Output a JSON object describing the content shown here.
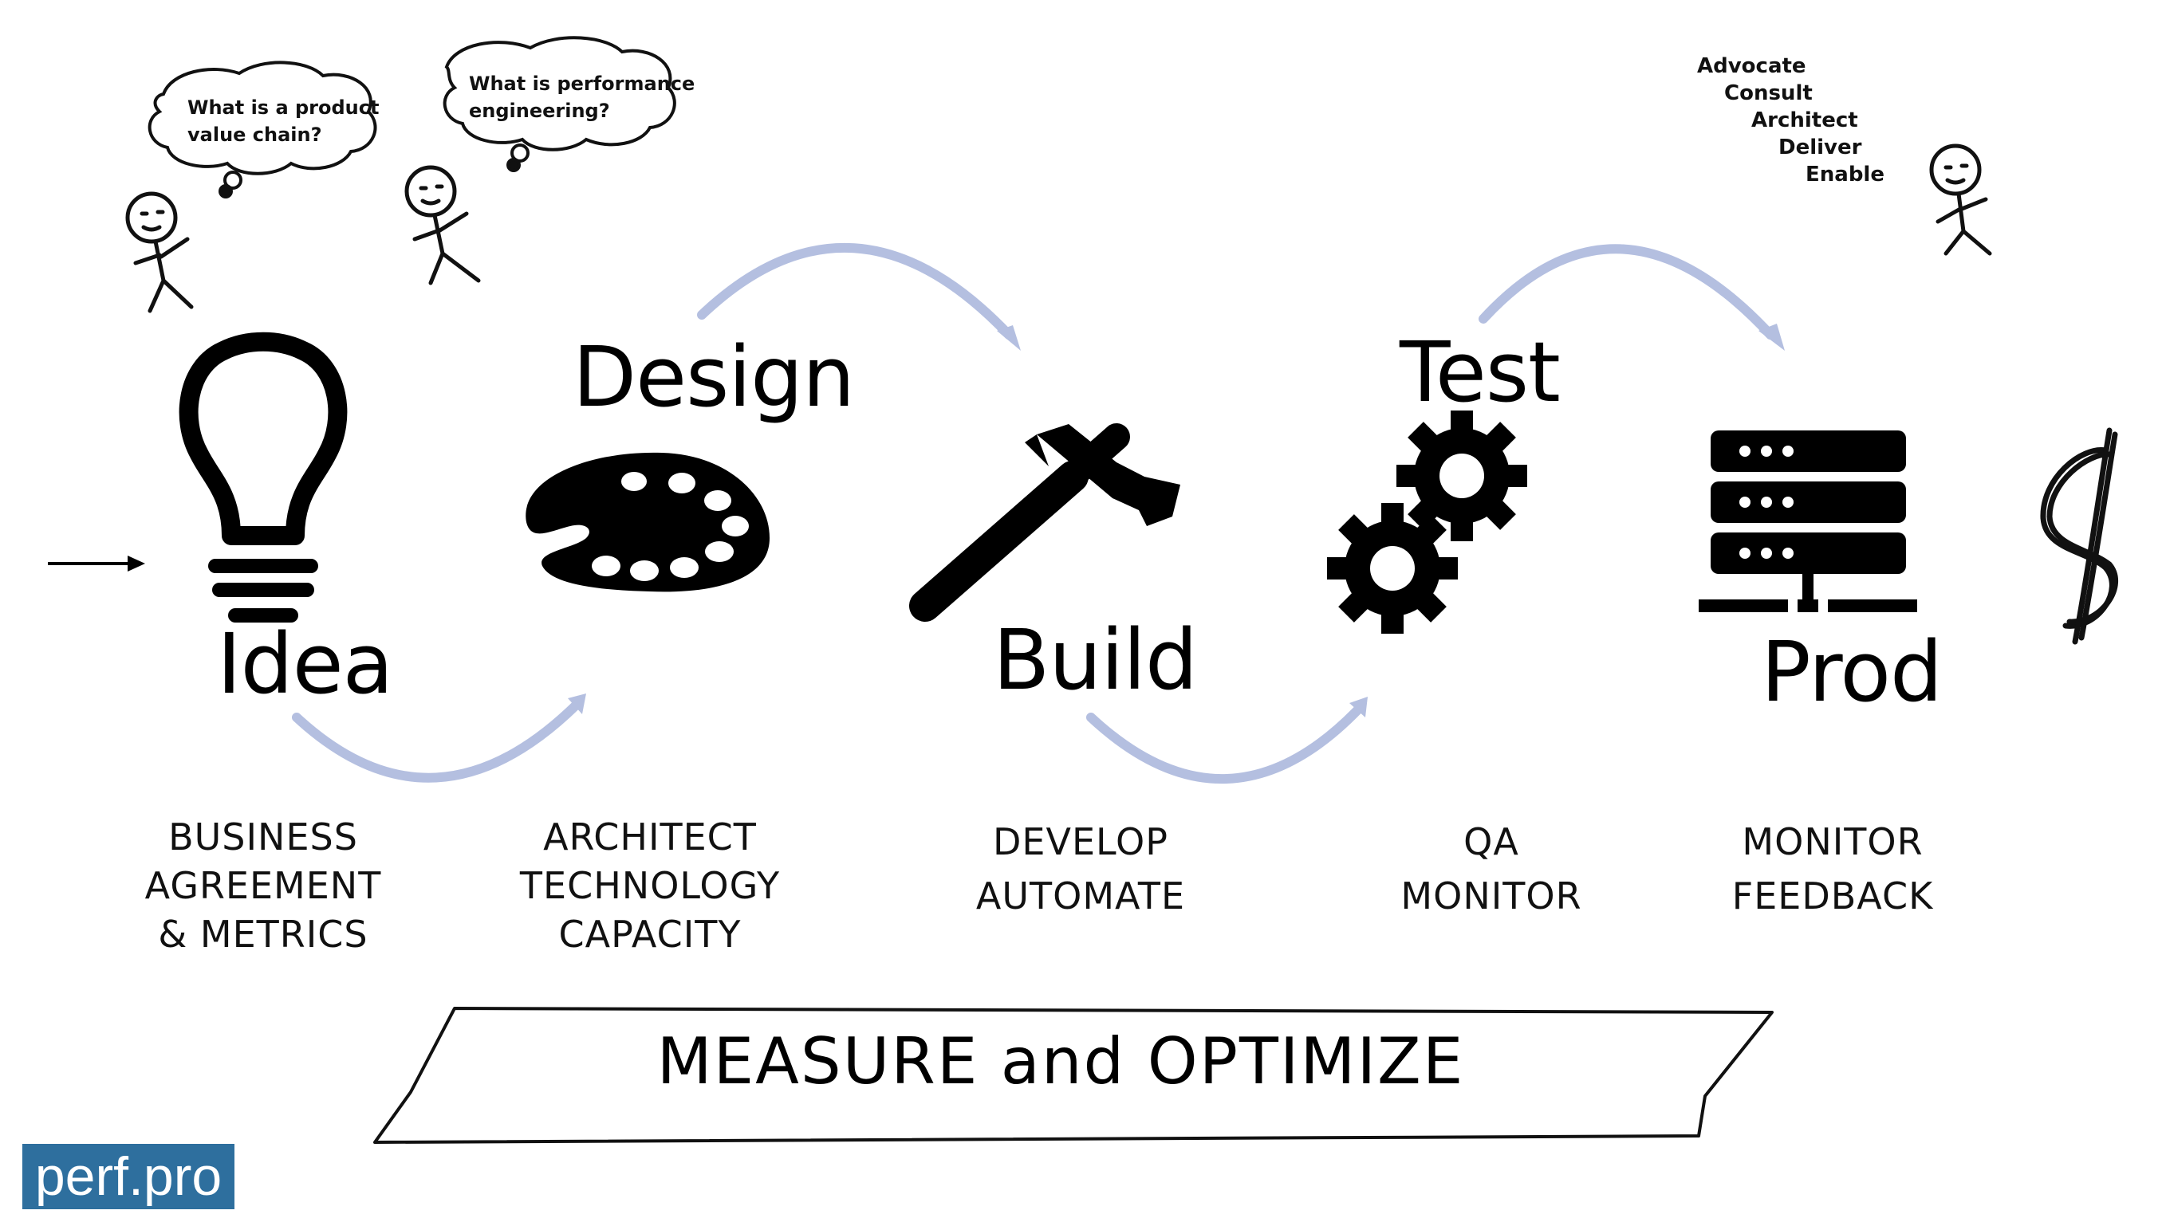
{
  "stages": [
    {
      "title": "Idea",
      "caption": [
        "BUSINESS",
        "AGREEMENT",
        "& METRICS"
      ]
    },
    {
      "title": "Design",
      "caption": [
        "ARCHITECT",
        "TECHNOLOGY",
        "CAPACITY"
      ]
    },
    {
      "title": "Build",
      "caption": [
        "DEVELOP",
        "AUTOMATE"
      ]
    },
    {
      "title": "Test",
      "caption": [
        "QA",
        "MONITOR"
      ]
    },
    {
      "title": "Prod",
      "caption": [
        "MONITOR",
        "FEEDBACK"
      ]
    }
  ],
  "thoughts": [
    [
      "What is a product",
      "value chain?"
    ],
    [
      "What is performance",
      "engineering?"
    ]
  ],
  "roles": [
    "Advocate",
    "Consult",
    "Architect",
    "Deliver",
    "Enable"
  ],
  "banner": "MEASURE and OPTIMIZE",
  "logo": "perf.pro",
  "icons": [
    "lightbulb-icon",
    "palette-icon",
    "hammer-icon",
    "gears-icon",
    "server-icon",
    "dollar-icon"
  ],
  "colors": {
    "arrow": "#b4bfe0",
    "logo_bg": "#2e6f9e",
    "ink": "#000000"
  }
}
